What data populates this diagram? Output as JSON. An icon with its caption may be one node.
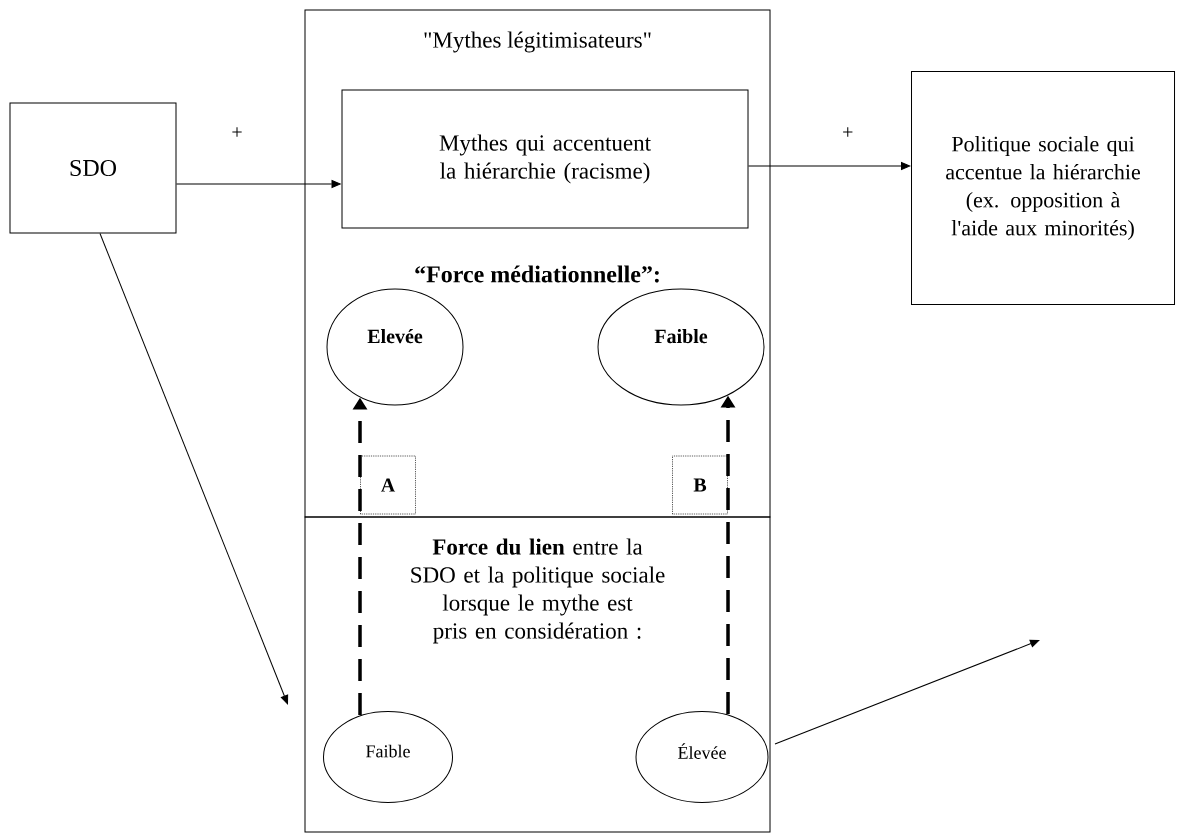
{
  "diagram": {
    "nodes": [
      {
        "text": [
          "SDO"
        ]
      },
      {
        "text": [
          "\"Mythes légitimisateurs\"",
          "“Force médiationnelle”:"
        ]
      },
      {
        "text": [
          "Mythes qui accentuent la hiérarchie (racisme)"
        ],
        "in": 1
      },
      {
        "text": [
          "Elevée"
        ],
        "in": 1
      },
      {
        "text": [
          "Faible"
        ],
        "in": 1
      },
      {
        "text": [
          "A"
        ],
        "in": 1
      },
      {
        "text": [
          "B"
        ],
        "in": 1
      },
      {
        "text": [
          "**Force du lien** entre la SDO et la politique sociale lorsque le mythe est pris en considération :"
        ]
      },
      {
        "text": [
          "Faible"
        ],
        "in": 7
      },
      {
        "text": [
          "Élevée"
        ],
        "in": 7
      },
      {
        "text": [
          "Politique sociale qui accentue la hiérarchie (ex. opposition à l'aide aux minorités)"
        ]
      }
    ],
    "edges": [
      {
        "from": 0,
        "to": 2,
        "arrow": "to",
        "label": "+"
      },
      {
        "from": 2,
        "to": 10,
        "arrow": "to",
        "label": "+"
      },
      {
        "from": 8,
        "to": 3,
        "arrow": "to",
        "style": "dashed"
      },
      {
        "from": 9,
        "to": 4,
        "arrow": "to",
        "style": "dashed"
      },
      {
        "from": 0,
        "to": null,
        "arrow": "to"
      }
    ]
  }
}
